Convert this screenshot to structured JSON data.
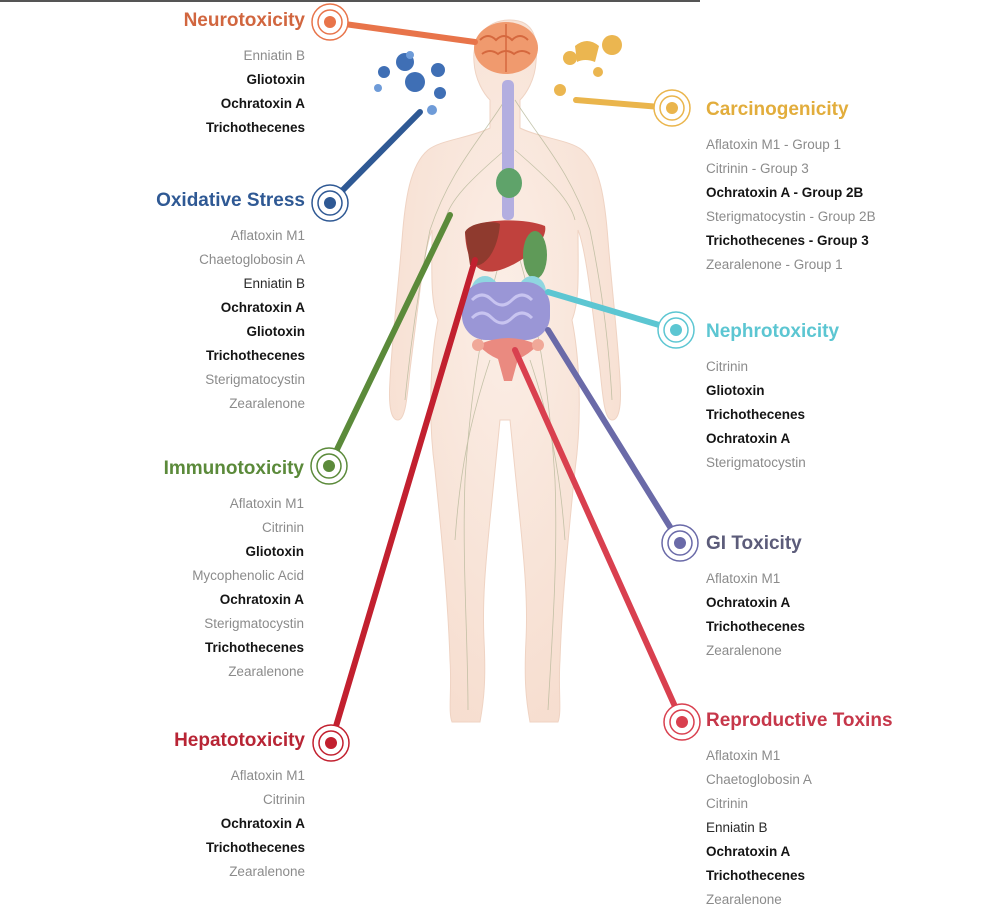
{
  "colors": {
    "neurotoxicity": "#e8744a",
    "oxidative_stress": "#2f5994",
    "immunotoxicity": "#5b8a3a",
    "hepatotoxicity": "#c2202f",
    "carcinogenicity": "#eab54c",
    "nephrotoxicity": "#5cc6d2",
    "gi_toxicity": "#6a6aa8",
    "reproductive_toxins": "#d9404f",
    "body_fill": "#f9e6dc"
  },
  "groups": [
    {
      "key": "neuro",
      "title": "Neurotoxicity",
      "icon": "target-ring-icon",
      "items": [
        {
          "text": "Enniatin B",
          "w": "light"
        },
        {
          "text": "Gliotoxin",
          "w": "bold"
        },
        {
          "text": "Ochratoxin A",
          "w": "bold"
        },
        {
          "text": "Trichothecenes",
          "w": "bold"
        }
      ]
    },
    {
      "key": "oxid",
      "title": "Oxidative Stress",
      "icon": "target-ring-icon",
      "items": [
        {
          "text": "Aflatoxin M1",
          "w": "light"
        },
        {
          "text": "Chaetoglobosin A",
          "w": "light"
        },
        {
          "text": "Enniatin B",
          "w": "normal"
        },
        {
          "text": "Ochratoxin A",
          "w": "bold"
        },
        {
          "text": "Gliotoxin",
          "w": "bold"
        },
        {
          "text": "Trichothecenes",
          "w": "bold"
        },
        {
          "text": "Sterigmatocystin",
          "w": "light"
        },
        {
          "text": "Zearalenone",
          "w": "light"
        }
      ]
    },
    {
      "key": "immuno",
      "title": "Immunotoxicity",
      "icon": "target-ring-icon",
      "items": [
        {
          "text": "Aflatoxin M1",
          "w": "light"
        },
        {
          "text": "Citrinin",
          "w": "light"
        },
        {
          "text": "Gliotoxin",
          "w": "bold"
        },
        {
          "text": "Mycophenolic Acid",
          "w": "light"
        },
        {
          "text": "Ochratoxin A",
          "w": "bold"
        },
        {
          "text": "Sterigmatocystin",
          "w": "light"
        },
        {
          "text": "Trichothecenes",
          "w": "bold"
        },
        {
          "text": "Zearalenone",
          "w": "light"
        }
      ]
    },
    {
      "key": "hepato",
      "title": "Hepatotoxicity",
      "icon": "target-ring-icon",
      "items": [
        {
          "text": "Aflatoxin M1",
          "w": "light"
        },
        {
          "text": "Citrinin",
          "w": "light"
        },
        {
          "text": "Ochratoxin A",
          "w": "bold"
        },
        {
          "text": "Trichothecenes",
          "w": "bold"
        },
        {
          "text": "Zearalenone",
          "w": "light"
        }
      ]
    },
    {
      "key": "carc",
      "title": "Carcinogenicity",
      "icon": "target-ring-icon",
      "items": [
        {
          "text": "Aflatoxin M1 - Group 1",
          "w": "light"
        },
        {
          "text": "Citrinin - Group 3",
          "w": "light"
        },
        {
          "text": "Ochratoxin A - Group 2B",
          "w": "bold"
        },
        {
          "text": "Sterigmatocystin - Group 2B",
          "w": "light"
        },
        {
          "text": "Trichothecenes - Group 3",
          "w": "bold"
        },
        {
          "text": "Zearalenone - Group 1",
          "w": "light"
        }
      ]
    },
    {
      "key": "nephro",
      "title": "Nephrotoxicity",
      "icon": "target-ring-icon",
      "items": [
        {
          "text": "Citrinin",
          "w": "light"
        },
        {
          "text": "Gliotoxin",
          "w": "bold"
        },
        {
          "text": "Trichothecenes",
          "w": "bold"
        },
        {
          "text": "Ochratoxin A",
          "w": "bold"
        },
        {
          "text": "Sterigmatocystin",
          "w": "light"
        }
      ]
    },
    {
      "key": "gi",
      "title": "GI Toxicity",
      "icon": "target-ring-icon",
      "items": [
        {
          "text": "Aflatoxin M1",
          "w": "light"
        },
        {
          "text": "Ochratoxin A",
          "w": "bold"
        },
        {
          "text": "Trichothecenes",
          "w": "bold"
        },
        {
          "text": "Zearalenone",
          "w": "light"
        }
      ]
    },
    {
      "key": "repro",
      "title": "Reproductive Toxins",
      "icon": "target-ring-icon",
      "items": [
        {
          "text": "Aflatoxin M1",
          "w": "light"
        },
        {
          "text": "Chaetoglobosin A",
          "w": "light"
        },
        {
          "text": "Citrinin",
          "w": "light"
        },
        {
          "text": "Enniatin B",
          "w": "normal"
        },
        {
          "text": "Ochratoxin A",
          "w": "bold"
        },
        {
          "text": "Trichothecenes",
          "w": "bold"
        },
        {
          "text": "Zearalenone",
          "w": "light"
        }
      ]
    }
  ]
}
